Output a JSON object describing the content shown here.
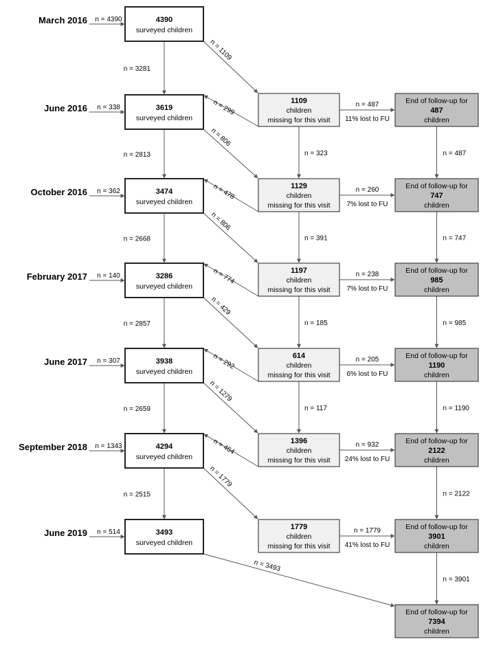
{
  "colors": {
    "survey_fill": "#ffffff",
    "missing_fill": "#f0f0f0",
    "end_fill": "#c0c0c0",
    "stroke": "#222222",
    "arrow": "#555555"
  },
  "waves": [
    {
      "label": "March 2016",
      "entry": "n = 4390",
      "surveyed": "4390"
    },
    {
      "label": "June 2016",
      "entry": "n = 338",
      "surveyed": "3619"
    },
    {
      "label": "October 2016",
      "entry": "n = 362",
      "surveyed": "3474"
    },
    {
      "label": "February 2017",
      "entry": "n = 140",
      "surveyed": "3286"
    },
    {
      "label": "June 2017",
      "entry": "n = 307",
      "surveyed": "3938"
    },
    {
      "label": "September 2018",
      "entry": "n = 1343",
      "surveyed": "4294"
    },
    {
      "label": "June 2019",
      "entry": "n = 514",
      "surveyed": "3493"
    }
  ],
  "surveyed_text": "surveyed children",
  "missing_text1": "children",
  "missing_text2": "missing for this visit",
  "end_text1": "End of follow-up for",
  "end_text2": "children",
  "missing": [
    {
      "n": "1109",
      "to_end": "n = 487",
      "lost": "11% lost to FU",
      "return_n": "n = 299",
      "down_n": "n = 323"
    },
    {
      "n": "1129",
      "to_end": "n = 260",
      "lost": "7% lost to FU",
      "return_n": "n = 478",
      "down_n": "n = 391"
    },
    {
      "n": "1197",
      "to_end": "n = 238",
      "lost": "7% lost to FU",
      "return_n": "n = 774",
      "down_n": "n = 185"
    },
    {
      "n": "614",
      "to_end": "n = 205",
      "lost": "6% lost to FU",
      "return_n": "n = 292",
      "down_n": "n = 117"
    },
    {
      "n": "1396",
      "to_end": "n = 932",
      "lost": "24% lost to FU",
      "return_n": "n = 464",
      "down_n": ""
    },
    {
      "n": "1779",
      "to_end": "n = 1779",
      "lost": "41% lost to FU",
      "return_n": "",
      "down_n": ""
    }
  ],
  "ends": [
    {
      "n": "487",
      "down_n": "n = 487"
    },
    {
      "n": "747",
      "down_n": "n = 747"
    },
    {
      "n": "985",
      "down_n": "n = 985"
    },
    {
      "n": "1190",
      "down_n": "n = 1190"
    },
    {
      "n": "2122",
      "down_n": "n = 2122"
    },
    {
      "n": "3901",
      "down_n": "n = 3901"
    },
    {
      "n": "7394",
      "down_n": ""
    }
  ],
  "survey_down": [
    "n = 3281",
    "n = 2813",
    "n = 2668",
    "n = 2857",
    "n = 2659",
    "n = 2515"
  ],
  "survey_to_missing": [
    "n = 1109",
    "n = 806",
    "n = 806",
    "n = 429",
    "n = 1279",
    "n = 1779"
  ],
  "final_diag": "n = 3493"
}
